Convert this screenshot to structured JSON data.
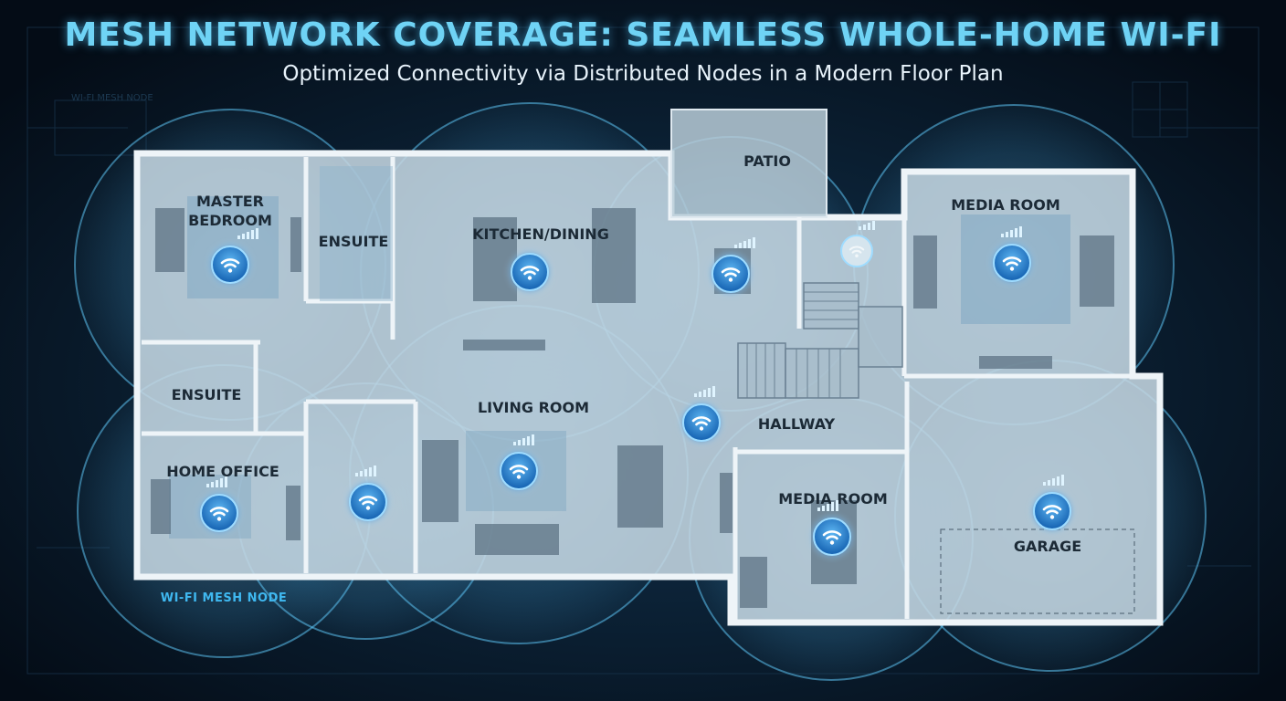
{
  "header": {
    "title": "MESH NETWORK COVERAGE: SEAMLESS WHOLE-HOME WI-FI",
    "subtitle": "Optimized Connectivity via Distributed Nodes in a Modern Floor Plan"
  },
  "legend": {
    "node_label": "WI-FI MESH NODE",
    "ghost_label": "WI-FI MESH NODE"
  },
  "rooms": {
    "master_bedroom_1": "MASTER",
    "master_bedroom_2": "BEDROOM",
    "ensuite_top": "ENSUITE",
    "kitchen_dining": "KITCHEN/DINING",
    "patio": "PATIO",
    "media_room_top": "MEDIA ROOM",
    "ensuite_left": "ENSUITE",
    "living_room": "LIVING ROOM",
    "hallway": "HALLWAY",
    "home_office": "HOME OFFICE",
    "media_room_bottom": "MEDIA ROOM",
    "garage": "GARAGE"
  },
  "colors": {
    "background": "#06121f",
    "title": "#6fd3f5",
    "node": "#1e78c8",
    "coverage": "#4fb3ea",
    "floor": "#c4d6e1",
    "wall": "#eef4f8"
  },
  "icons": {
    "node": "wifi-icon",
    "signal": "signal-bars-icon"
  }
}
